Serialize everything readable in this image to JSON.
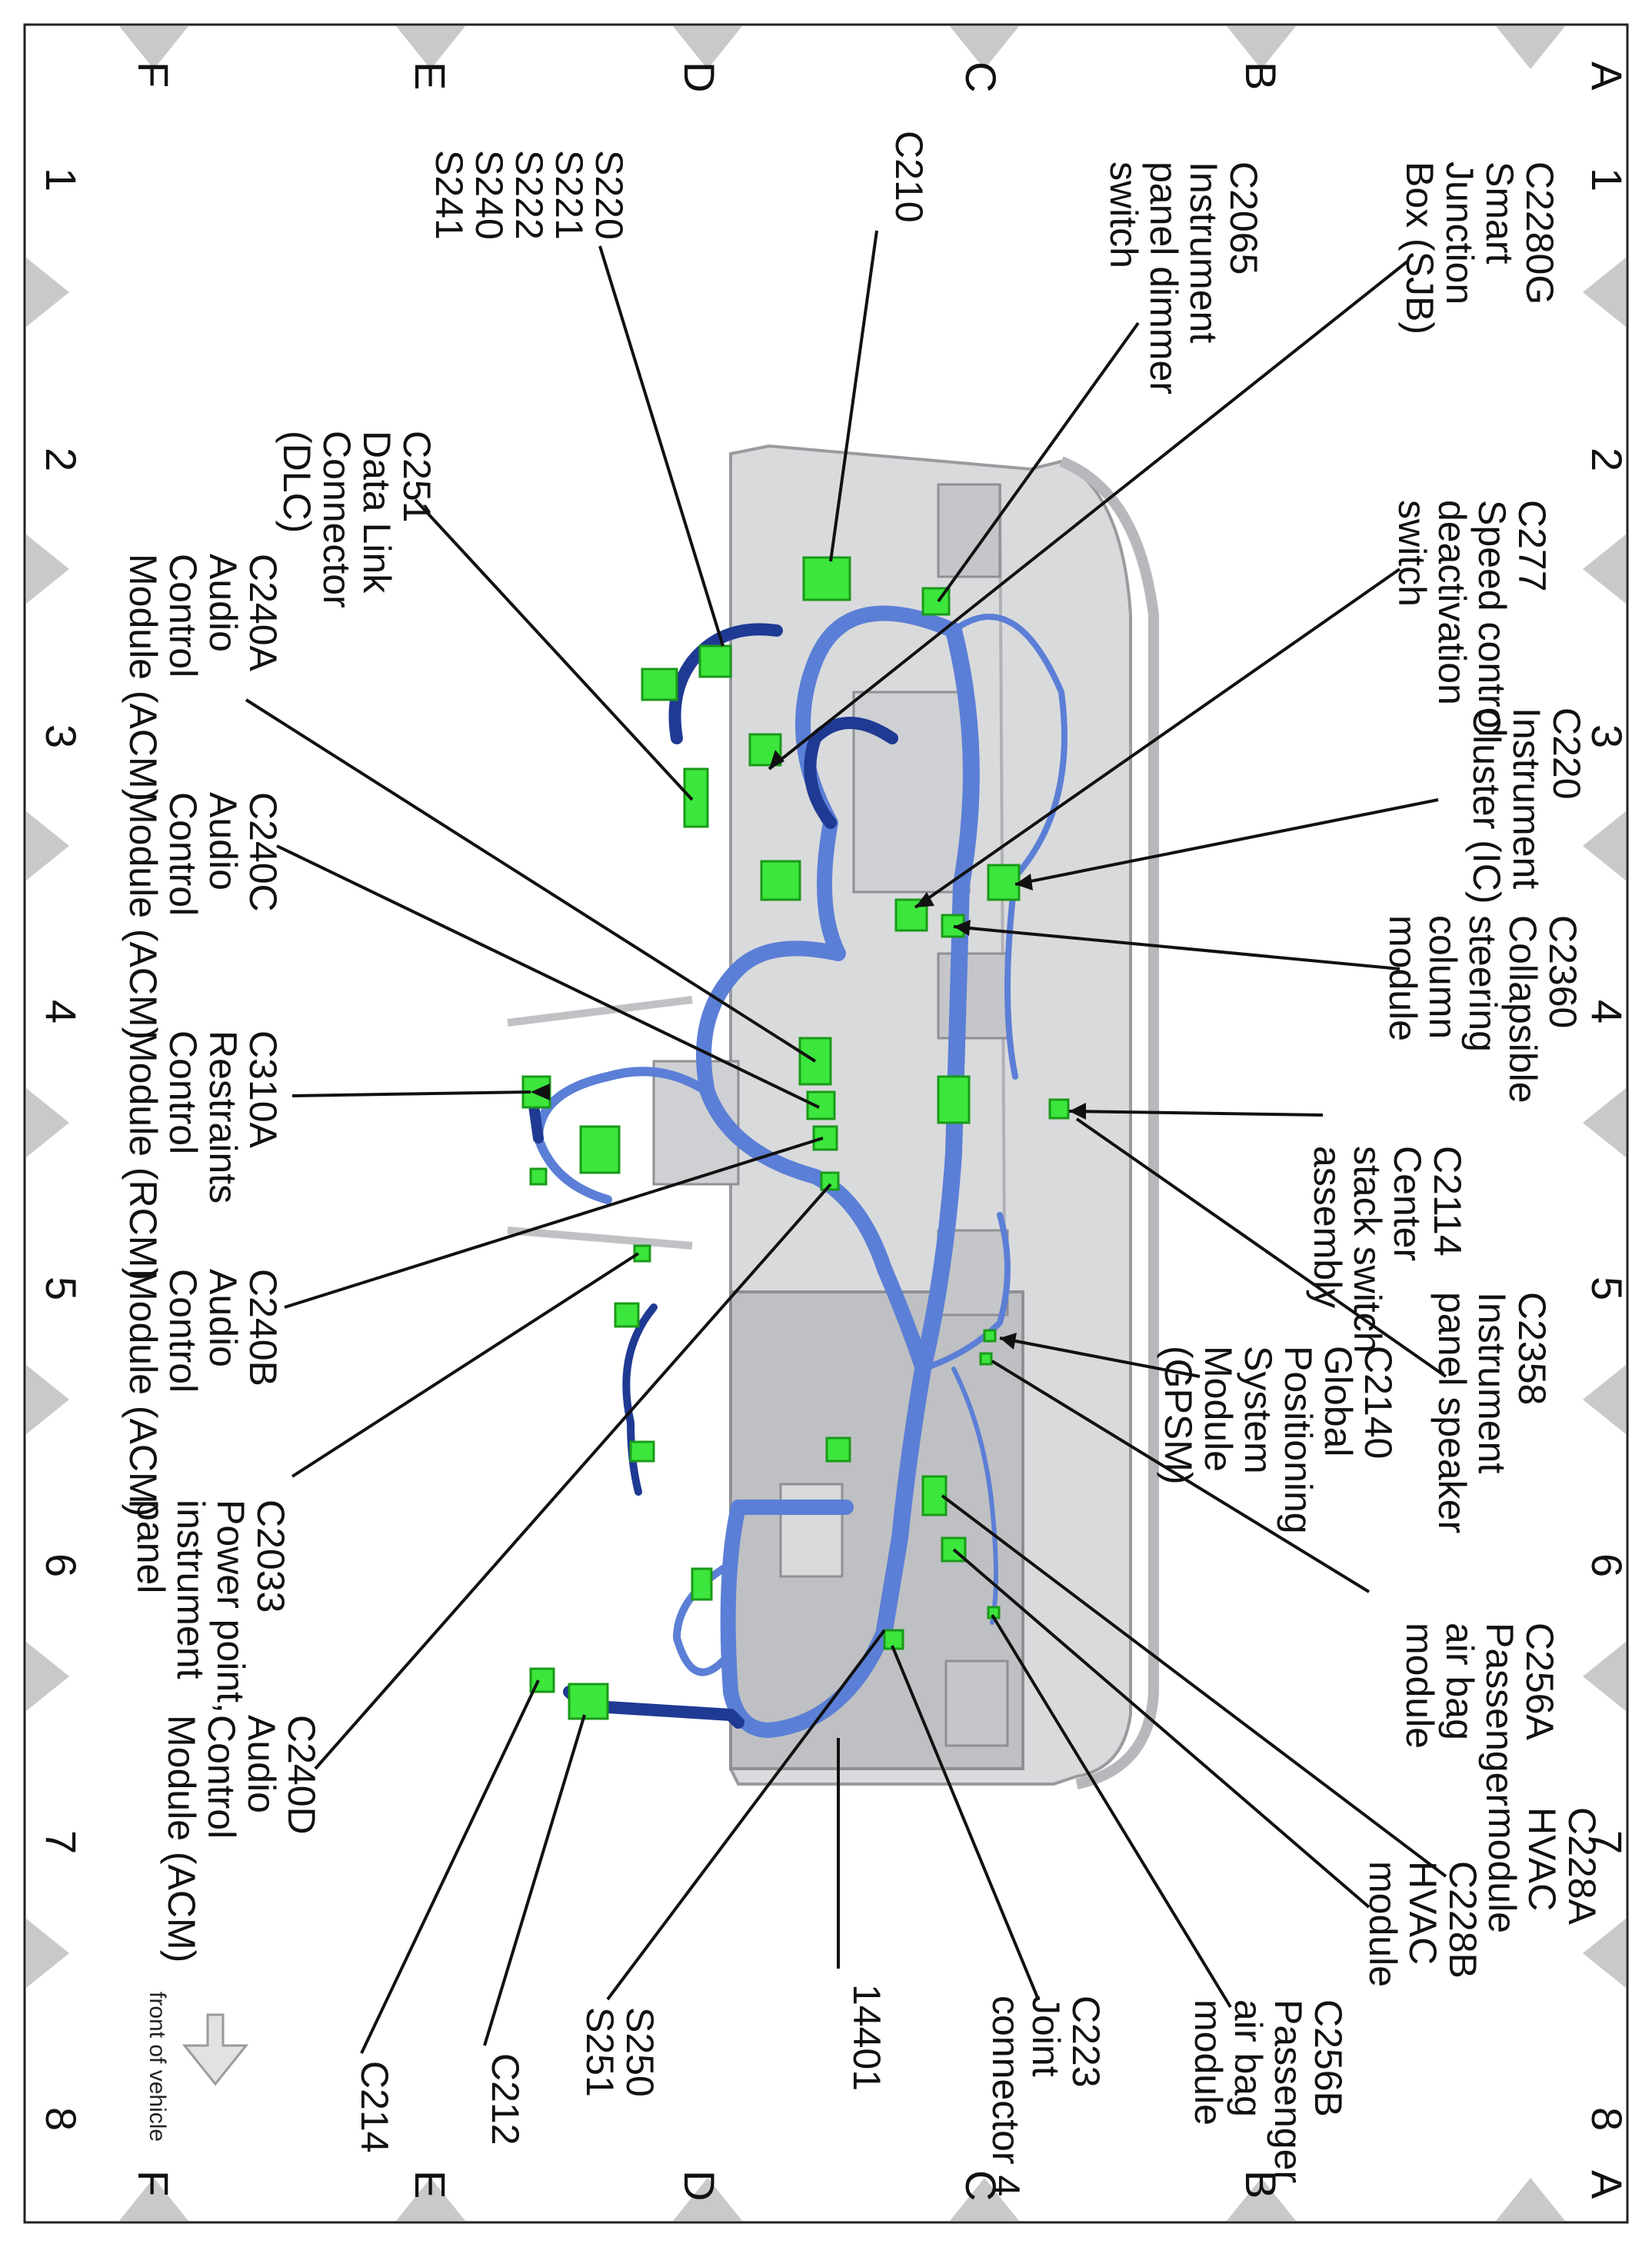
{
  "grid": {
    "rows": [
      "A",
      "B",
      "C",
      "D",
      "E",
      "F"
    ],
    "cols": [
      "1",
      "2",
      "3",
      "4",
      "5",
      "6",
      "7",
      "8"
    ]
  },
  "labels": {
    "c2280g": [
      "C2280G",
      "Smart",
      "Junction",
      "Box (SJB)"
    ],
    "c2065": [
      "C2065",
      "Instrument",
      "panel dimmer",
      "switch"
    ],
    "c210": [
      "C210"
    ],
    "s220": [
      "S220",
      "S221",
      "S222",
      "S240",
      "S241"
    ],
    "c277": [
      "C277",
      "Speed control",
      "deactivation",
      "switch"
    ],
    "c251": [
      "C251",
      "Data Link",
      "Connector",
      "(DLC)"
    ],
    "c240a": [
      "C240A",
      "Audio",
      "Control",
      "Module (ACM)"
    ],
    "c220": [
      "C220",
      "Instrument",
      "Cluster (IC)"
    ],
    "c240c": [
      "C240C",
      "Audio",
      "Control",
      "Module (ACM)"
    ],
    "c2360": [
      "C2360",
      "Collapsible",
      "steering",
      "column",
      "module"
    ],
    "c310a": [
      "C310A",
      "Restraints",
      "Control",
      "Module (RCM)"
    ],
    "c2114": [
      "C2114",
      "Center",
      "stack switch",
      "assembly"
    ],
    "c240b": [
      "C240B",
      "Audio",
      "Control",
      "Module (ACM)"
    ],
    "c2358": [
      "C2358",
      "Instrument",
      "panel speaker"
    ],
    "c2140": [
      "C2140",
      "Global",
      "Positioning",
      "System",
      "Module",
      "(GPSM)"
    ],
    "c2033": [
      "C2033",
      "Power point,",
      "instrument",
      "panel"
    ],
    "c256a": [
      "C256A",
      "Passenger",
      "air bag",
      "module"
    ],
    "c240d": [
      "C240D",
      "Audio",
      "Control",
      "Module (ACM)"
    ],
    "c228a": [
      "C228A",
      "HVAC",
      "module"
    ],
    "c228b": [
      "C228B",
      "HVAC",
      "module"
    ],
    "c256b": [
      "C256B",
      "Passenger",
      "air bag",
      "module"
    ],
    "c223": [
      "C223",
      "Joint",
      "connector 4"
    ],
    "p14401": [
      "14401"
    ],
    "s250": [
      "S250",
      "S251"
    ],
    "c212": [
      "C212"
    ],
    "c214": [
      "C214"
    ]
  },
  "front_text": "front of vehicle",
  "colors": {
    "harness_light": "#5b7fd6",
    "harness_dark": "#1f3a93",
    "connector": "#3ce63c",
    "panel": "#d9dadc",
    "panel_edge": "#9a9b9e",
    "marker": "#c9c9c9"
  }
}
